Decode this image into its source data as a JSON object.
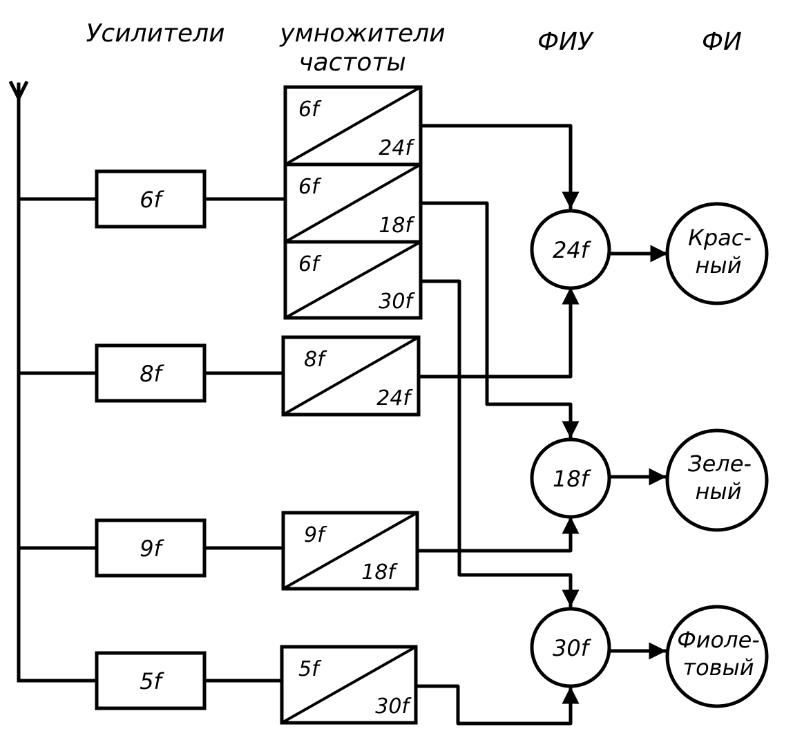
{
  "headers": {
    "amplifiers": "Усилители",
    "multipliers_line1": "умножители",
    "multipliers_line2": "частоты",
    "fiu": "ФИУ",
    "fi": "ФИ"
  },
  "amplifiers": [
    "6f",
    "8f",
    "9f",
    "5f"
  ],
  "multipliers": [
    {
      "in": "6f",
      "out": "24f"
    },
    {
      "in": "6f",
      "out": "18f"
    },
    {
      "in": "6f",
      "out": "30f"
    },
    {
      "in": "8f",
      "out": "24f"
    },
    {
      "in": "9f",
      "out": "18f"
    },
    {
      "in": "5f",
      "out": "30f"
    }
  ],
  "mixers": [
    "24f",
    "18f",
    "30f"
  ],
  "emitters": [
    {
      "line1": "Крас-",
      "line2": "ный"
    },
    {
      "line1": "Зеле-",
      "line2": "ный"
    },
    {
      "line1": "Фиоле-",
      "line2": "товый"
    }
  ]
}
